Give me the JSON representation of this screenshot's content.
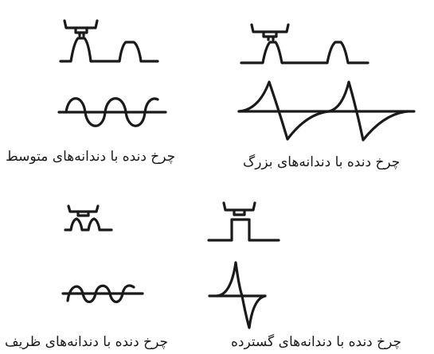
{
  "panels": {
    "large_teeth": {
      "caption": "چرخ دنده با دندانه‌های بزرگ"
    },
    "medium_teeth": {
      "caption": "چرخ دنده با دندانه‌های متوسط"
    },
    "wide_teeth": {
      "caption": "چرخ دنده با دندانه‌های گسترده"
    },
    "fine_teeth": {
      "caption": "چرخ دنده با دندانه‌های ظریف"
    }
  },
  "colors": {
    "ink": "#1a1a1a",
    "background": "#ffffff"
  }
}
